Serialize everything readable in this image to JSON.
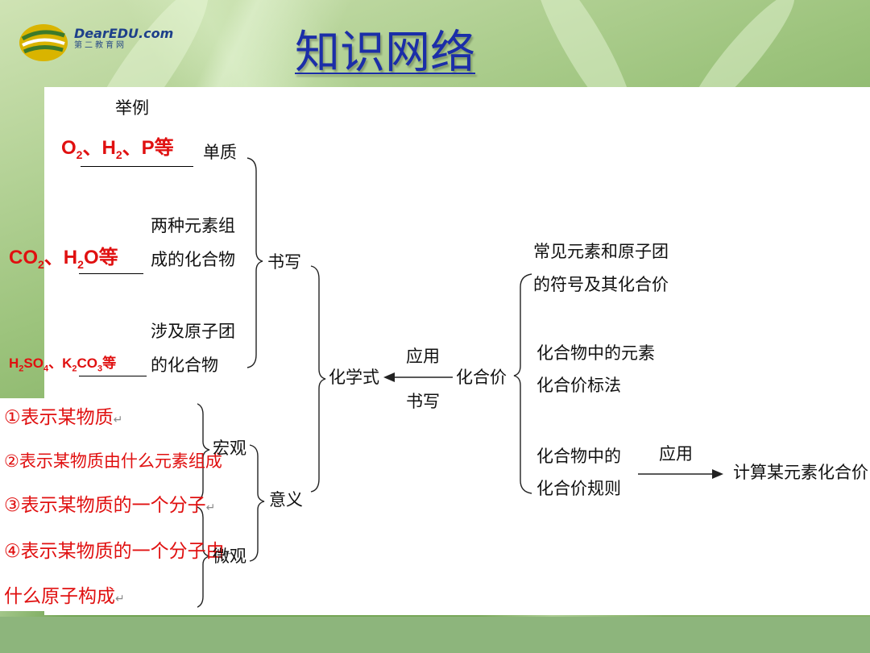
{
  "title": "知识网络",
  "logo": {
    "name": "DearEDU.com",
    "subtitle": "第二教育网"
  },
  "diagram": {
    "example_header": "举例",
    "examples": {
      "elements": {
        "p1": "O",
        "s1": "2",
        "p2": "、H",
        "s2": "2",
        "p3": "、P等"
      },
      "compounds2": {
        "p1": "CO",
        "s1": "2",
        "p2": "、H",
        "s2": "2",
        "p3": "O等"
      },
      "groups": {
        "p1": "H",
        "s1": "2",
        "p2": "SO",
        "s2": "4",
        "p3": "、K",
        "s3": "2",
        "p4": "CO",
        "s4": "3",
        "p5": "等"
      }
    },
    "categories": {
      "element": "单质",
      "two_element_l1": "两种元素组",
      "two_element_l2": "成的化合物",
      "group_l1": "涉及原子团",
      "group_l2": "的化合物"
    },
    "writing": "书写",
    "formula": "化学式",
    "meaning": "意义",
    "macro": "宏观",
    "micro": "微观",
    "meanings": {
      "m1": "①表示某物质",
      "m2": "②表示某物质由什么元素组成",
      "m3": "③表示某物质的一个分子",
      "m4a": "④表示某物质的一个分子由",
      "m4b": "什么原子构成",
      "mark": "↵"
    },
    "arrow_top": "应用",
    "arrow_bottom": "书写",
    "valence": "化合价",
    "valence_items": {
      "a1": "常见元素和原子团",
      "a2": "的符号及其化合价",
      "b1": "化合物中的元素",
      "b2": "化合价标法",
      "c1": "化合物中的",
      "c2": "化合价规则"
    },
    "apply": "应用",
    "calc": "计算某元素化合价"
  }
}
